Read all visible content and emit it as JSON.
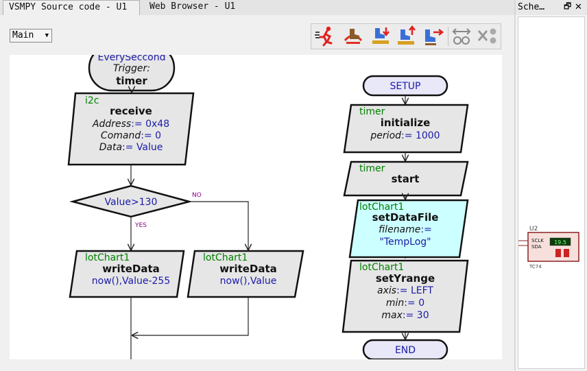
{
  "tabs": [
    {
      "label": "VSMPY Source code - U1",
      "active": true
    },
    {
      "label": "Web Browser - U1",
      "active": false
    }
  ],
  "routine_select": {
    "value": "Main"
  },
  "toolbar": {
    "icons": [
      "run-icon",
      "boot-icon",
      "step-into-icon",
      "step-out-icon",
      "step-over-icon",
      "swap-icon",
      "delete-icon"
    ]
  },
  "flowchart": {
    "event_block": {
      "title": "EverySeccond",
      "trigger_label": "Trigger:",
      "trigger_value": "timer"
    },
    "receive_block": {
      "device": "i2c",
      "method": "receive",
      "params": [
        {
          "name": "Address",
          "op": ":= ",
          "value": "0x48"
        },
        {
          "name": "Comand",
          "op": ":= ",
          "value": "0"
        },
        {
          "name": "Data",
          "op": ":= ",
          "value": "Value"
        }
      ]
    },
    "decision": {
      "condition": "Value>130",
      "no_label": "NO",
      "yes_label": "YES"
    },
    "write_left": {
      "device": "lotChart1",
      "method": "writeData",
      "args": "now(),Value-255"
    },
    "write_right": {
      "device": "lotChart1",
      "method": "writeData",
      "args": "now(),Value"
    },
    "setup_block": {
      "label": "SETUP"
    },
    "init_block": {
      "device": "timer",
      "method": "initialize",
      "params": [
        {
          "name": "period",
          "op": ":= ",
          "value": "1000"
        }
      ]
    },
    "start_block": {
      "device": "timer",
      "method": "start"
    },
    "datafile_block": {
      "device": "lotChart1",
      "method": "setDataFile",
      "params": [
        {
          "name": "filename",
          "op": ":=",
          "value": "\"TempLog\""
        }
      ]
    },
    "yrange_block": {
      "device": "lotChart1",
      "method": "setYrange",
      "params": [
        {
          "name": "axis",
          "op": ":= ",
          "value": "LEFT"
        },
        {
          "name": "min",
          "op": ":= ",
          "value": "0"
        },
        {
          "name": "max",
          "op": ":= ",
          "value": "30"
        }
      ]
    },
    "end_block": {
      "label": "END"
    }
  },
  "schematic": {
    "title": "Sche…",
    "component": {
      "ref": "U2",
      "part": "TC74",
      "pin1": "SCLK",
      "pin2": "SDA",
      "display": "19.5"
    }
  },
  "colors": {
    "device_label": "#008000",
    "value_text": "#1a1aa8",
    "block_fill": "#e6e6e6",
    "highlight_fill": "#ccffff",
    "setup_fill": "#e8e8f8",
    "branch_label": "#8b008b"
  }
}
